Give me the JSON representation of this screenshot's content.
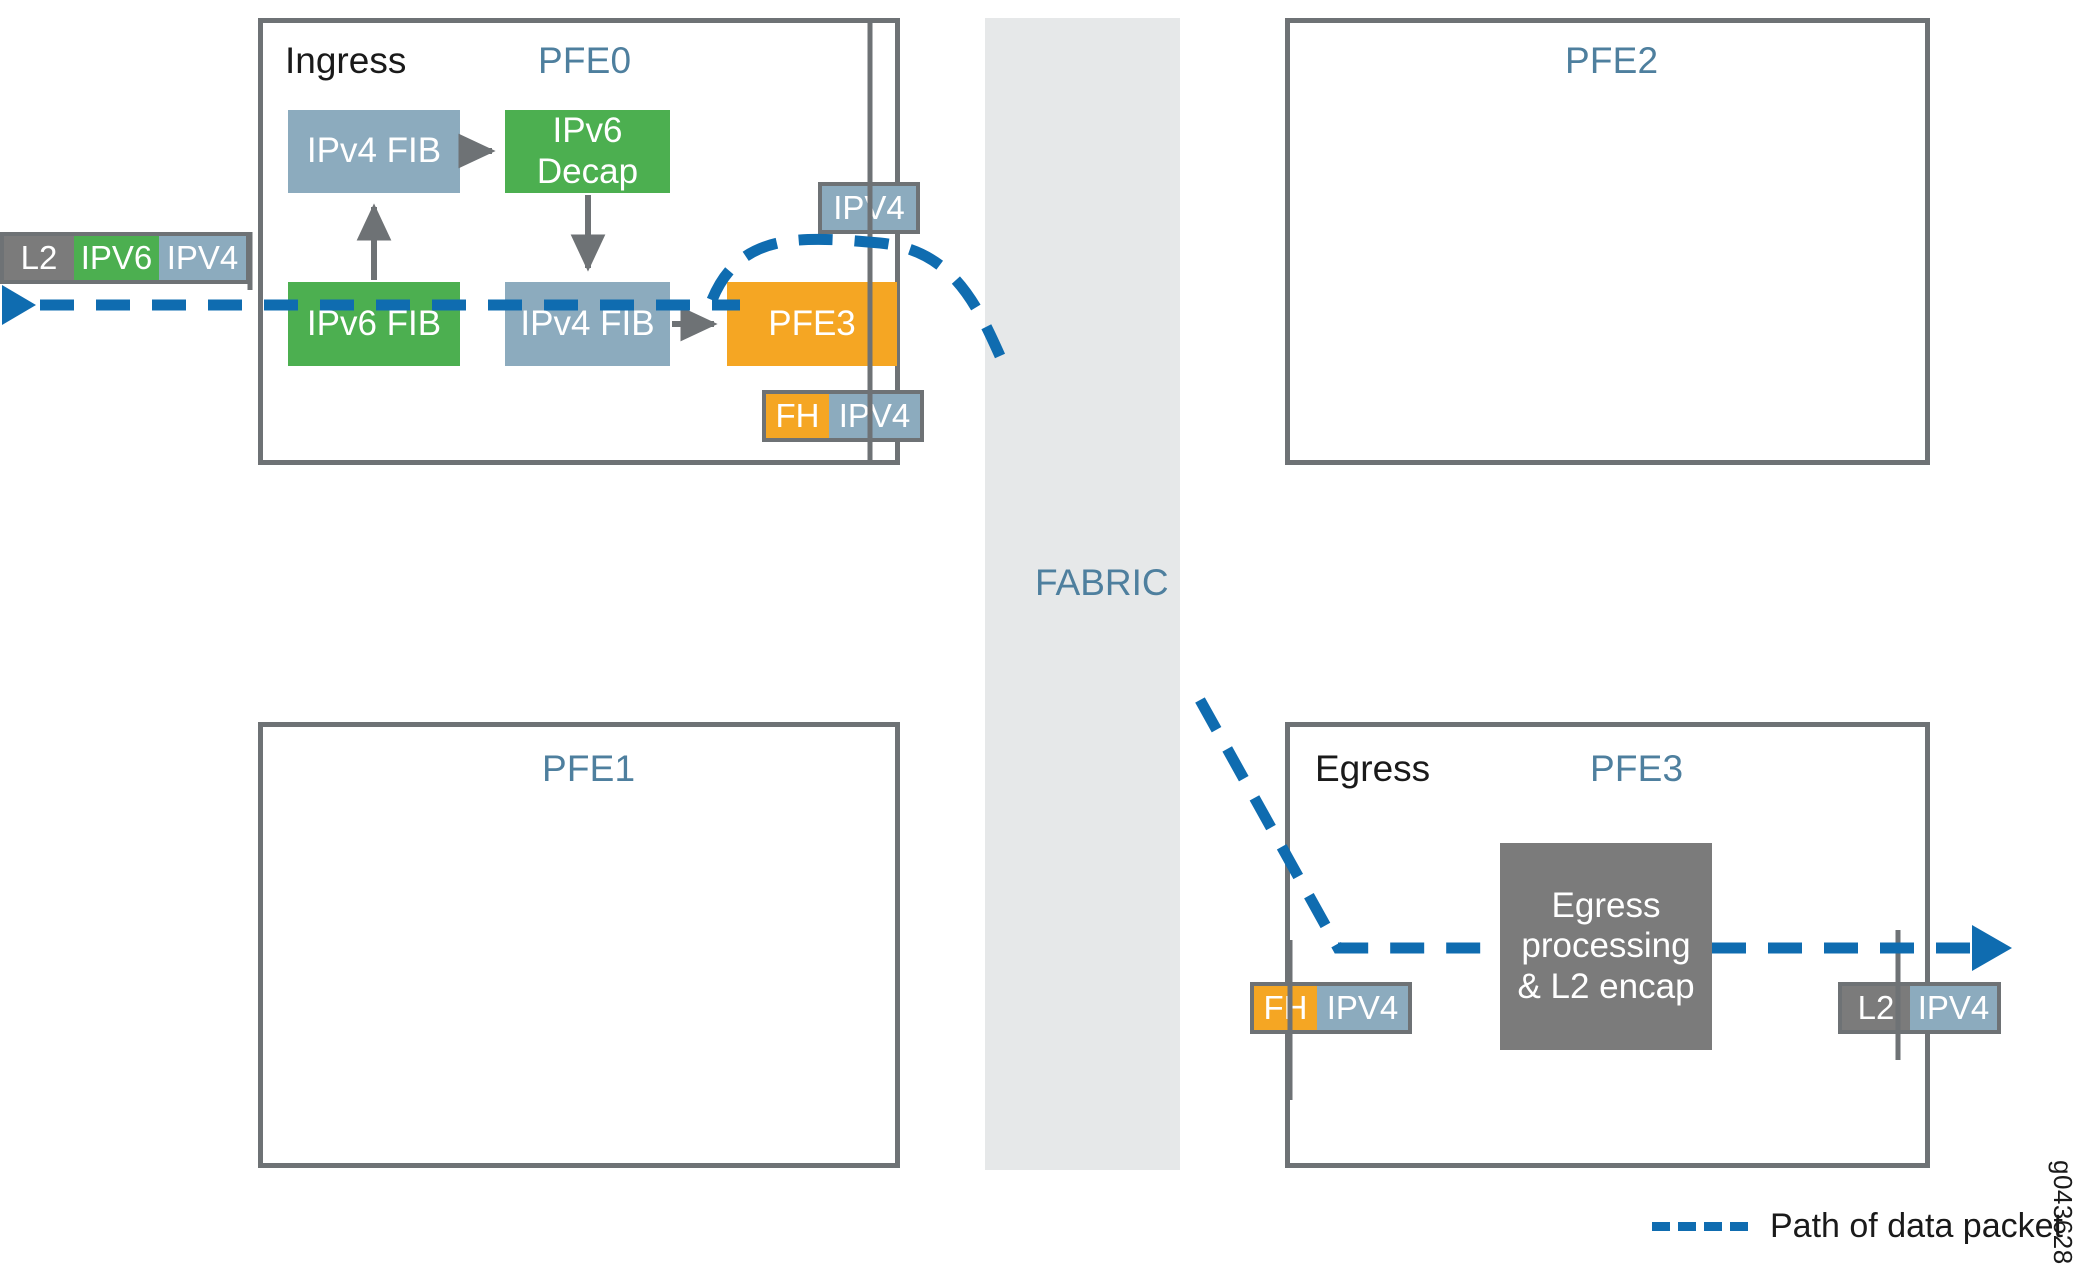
{
  "figure": {
    "id_code": "g043628",
    "legend": {
      "dash_color": "#0f6cb0",
      "label": "Path of data packet"
    }
  },
  "palette": {
    "blue_block": "#8cabbe",
    "green_block": "#4caf50",
    "orange_block": "#f5a623",
    "gray_block": "#7b7b7b",
    "box_border": "#6e7275",
    "title_blue": "#4e7f9e",
    "fabric_fill": "#e6e8e9",
    "path_blue": "#0f6cb0"
  },
  "fabric": {
    "label": "FABRIC"
  },
  "pfe0": {
    "stage_label": "Ingress",
    "title": "PFE0",
    "blocks": [
      {
        "label": "IPv4 FIB",
        "color": "blue"
      },
      {
        "label": "IPv6 Decap",
        "color": "green"
      },
      {
        "label": "IPv6 FIB",
        "color": "green"
      },
      {
        "label": "IPv4 FIB",
        "color": "blue"
      },
      {
        "label": "PFE3",
        "color": "orange"
      }
    ],
    "tag_top": {
      "segments": [
        {
          "text": "IPV4",
          "color": "blue"
        }
      ]
    },
    "tag_bottom": {
      "segments": [
        {
          "text": "FH",
          "color": "orange"
        },
        {
          "text": "IPV4",
          "color": "blue"
        }
      ]
    }
  },
  "pfe1": {
    "title": "PFE1"
  },
  "pfe2": {
    "title": "PFE2"
  },
  "pfe3": {
    "stage_label": "Egress",
    "title": "PFE3",
    "process_block": {
      "label": "Egress processing & L2 encap",
      "color": "gray"
    },
    "tag_in": {
      "segments": [
        {
          "text": "FH",
          "color": "orange"
        },
        {
          "text": "IPV4",
          "color": "blue"
        }
      ]
    },
    "tag_out": {
      "segments": [
        {
          "text": "L2",
          "color": "gray"
        },
        {
          "text": "IPV4",
          "color": "blue"
        }
      ]
    }
  },
  "inbound": {
    "tag": {
      "segments": [
        {
          "text": "L2",
          "color": "gray"
        },
        {
          "text": "IPV6",
          "color": "green"
        },
        {
          "text": "IPV4",
          "color": "blue"
        }
      ]
    }
  }
}
